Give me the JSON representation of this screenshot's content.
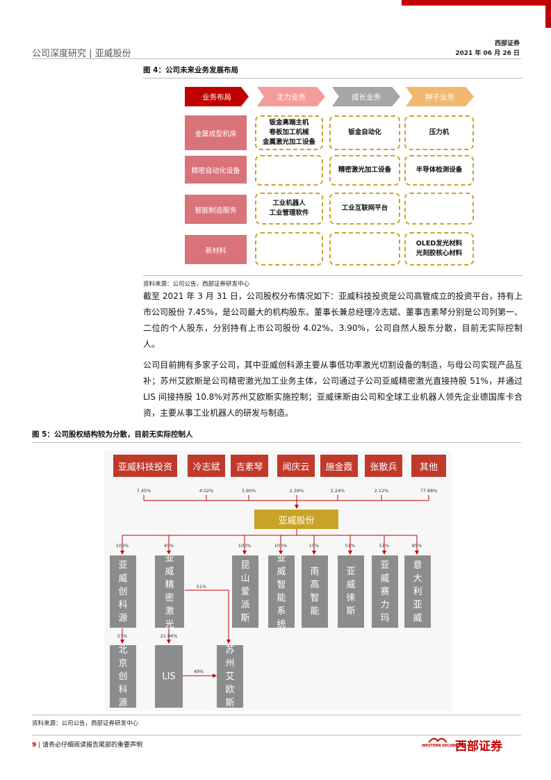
{
  "header": {
    "left": "公司深度研究 | 亚威股份",
    "brand": "西部证券",
    "date": "2021 年 06 月 26 日"
  },
  "figure4": {
    "title": "图 4：公司未来业务发展布局",
    "columns": [
      "业务布局",
      "主力业务",
      "成长业务",
      "种子业务"
    ],
    "rows": [
      {
        "label": "金属成型机床",
        "cells": [
          "钣金高端主机\n卷板加工机械\n金属激光加工设备",
          "钣金自动化",
          "压力机"
        ]
      },
      {
        "label": "精密自动化设备",
        "cells": [
          "",
          "精密激光加工设备",
          "半导体检测设备"
        ]
      },
      {
        "label": "智能制造服务",
        "cells": [
          "工业机器人\n工业管理软件",
          "工业互联网平台",
          ""
        ]
      },
      {
        "label": "新材料",
        "cells": [
          "",
          "",
          "OLED发光材料\n光刻胶核心材料"
        ]
      }
    ],
    "colors": {
      "main": "#c00000",
      "primary": "#f39c9a",
      "growth": "#a6a6a6",
      "seed": "#f2b870",
      "row": "#d9737a",
      "dash": "#c9a227"
    },
    "source": "资料来源：公司公告，西部证券研发中心"
  },
  "paragraphs": [
    "截至 2021 年 3 月 31 日，公司股权分布情况如下：亚威科技投资是公司高管成立的投资平台，持有上市公司股份 7.45%，是公司最大的机构股东。董事长兼总经理冷志斌、董事吉素琴分别是公司列第一、二位的个人股东，分别持有上市公司股份 4.02%、3.90%，公司自然人股东分散，目前无实际控制人。",
    "公司目前拥有多家子公司，其中亚威创科源主要从事低功率激光切割设备的制造，与母公司实现产品互补；苏州艾欧斯是公司精密激光加工业务主体，公司通过子公司亚威精密激光直接持股 51%，并通过 LIS 间接持股 10.8%对苏州艾欧斯实施控制；亚威徕斯由公司和全球工业机器人领先企业德国库卡合资，主要从事工业机器人的研发与制造。"
  ],
  "figure5": {
    "title": "图 5：公司股权结构较为分散，目前无实际控制人",
    "shareholders": [
      {
        "name": "亚威科技投资",
        "pct": "7.45%"
      },
      {
        "name": "冷志斌",
        "pct": "4.02%"
      },
      {
        "name": "吉素琴",
        "pct": "3.90%"
      },
      {
        "name": "闻庆云",
        "pct": "2.39%"
      },
      {
        "name": "施金霞",
        "pct": "2.24%"
      },
      {
        "name": "张散兵",
        "pct": "2.12%"
      },
      {
        "name": "其他",
        "pct": "77.88%"
      }
    ],
    "company": "亚威股份",
    "subsidiaries": [
      {
        "name": "亚威创科源",
        "pct": "100%"
      },
      {
        "name": "亚威精密激光",
        "pct": "45%"
      },
      {
        "name": "昆山爱派斯",
        "pct": "100%"
      },
      {
        "name": "亚威智能系统",
        "pct": "100%"
      },
      {
        "name": "南高智能",
        "pct": "15%"
      },
      {
        "name": "亚威徕斯",
        "pct": "51%"
      },
      {
        "name": "亚威赛力玛",
        "pct": "51%"
      },
      {
        "name": "意大利亚威",
        "pct": "85%"
      }
    ],
    "third": [
      {
        "name": "北京创科源",
        "pct": "57%"
      },
      {
        "name": "LIS",
        "pct": "21.96%"
      },
      {
        "name": "苏州艾欧斯",
        "pct": ""
      }
    ],
    "links": {
      "jingmi_to_suzhou": "51%",
      "lis_to_suzhou": "49%"
    },
    "source": "资料来源：公司公告，西部证券研发中心"
  },
  "footer": {
    "page": "9",
    "note": "请务必仔细阅读报告尾部的重要声明",
    "logo_cn": "西部证券",
    "logo_en": "WESTERN SECURITIES"
  }
}
